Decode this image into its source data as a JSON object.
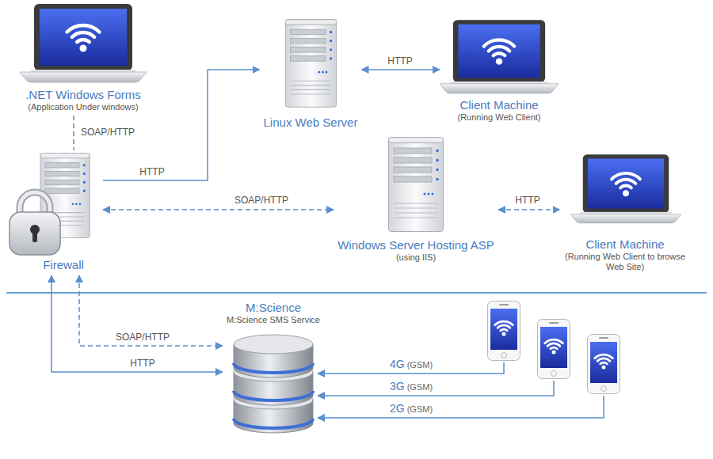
{
  "diagram": {
    "nodes": [
      {
        "text": [
          ".NET Windows Forms",
          "(Application Under windows)"
        ]
      },
      {
        "text": [
          "Linux Web Server"
        ]
      },
      {
        "text": [
          "Client Machine",
          "(Running Web Client)"
        ]
      },
      {
        "text": [
          "Firewall"
        ]
      },
      {
        "text": [
          "Windows Server Hosting ASP",
          "(using IIS)"
        ]
      },
      {
        "text": [
          "Client Machine",
          "(Running Web Client to browse Web Site)"
        ]
      },
      {
        "text": [
          "M:Science",
          "M:Science SMS Service"
        ]
      }
    ],
    "edges": [
      {
        "from": 0,
        "to": 3,
        "label": "SOAP/HTTP",
        "arrow": "none"
      },
      {
        "from": 3,
        "to": 1,
        "label": "HTTP",
        "arrow": "to"
      },
      {
        "from": 1,
        "to": 2,
        "label": "HTTP",
        "arrow": "both"
      },
      {
        "from": 3,
        "to": 4,
        "label": "SOAP/HTTP",
        "arrow": "both"
      },
      {
        "from": 4,
        "to": 5,
        "label": "HTTP",
        "arrow": "both"
      },
      {
        "from": 3,
        "to": 6,
        "label": "SOAP/HTTP",
        "arrow": "both"
      },
      {
        "from": 3,
        "to": 6,
        "label": "HTTP",
        "arrow": "both"
      }
    ],
    "labels": [
      "4G",
      "(GSM)",
      "3G",
      "(GSM)",
      "2G",
      "(GSM)"
    ]
  }
}
